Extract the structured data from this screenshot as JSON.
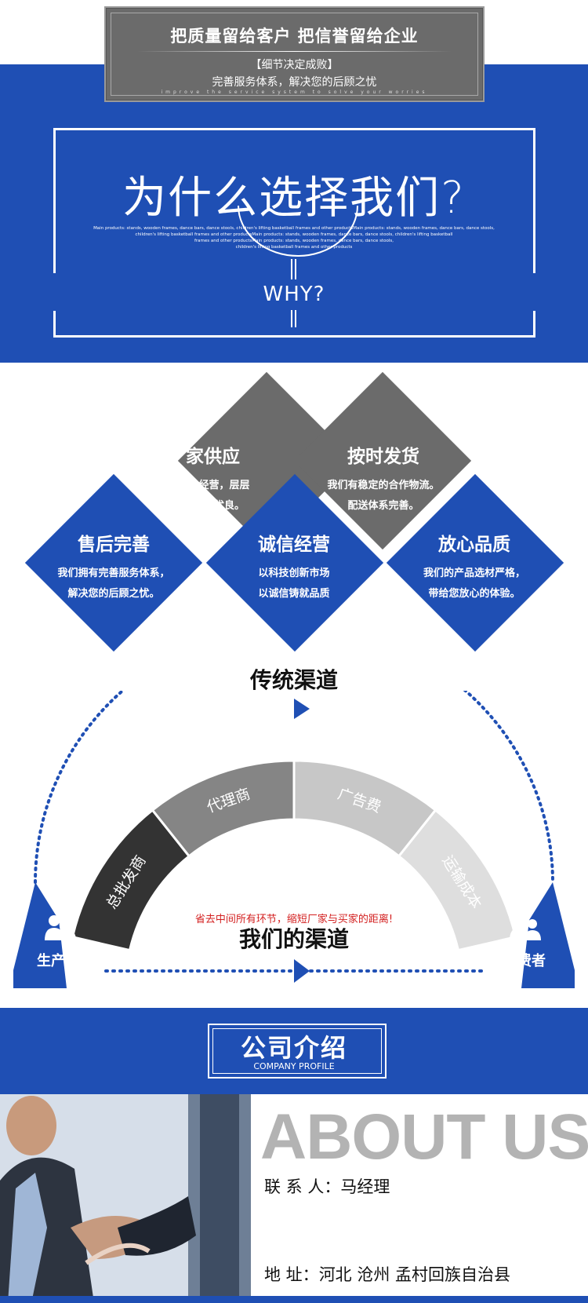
{
  "banner": {
    "title": "把质量留给客户 把信誉留给企业",
    "subtitle1": "【细节决定成败】",
    "subtitle2": "完善服务体系，解决您的后顾之忧",
    "english": "improve the service system to solve your worries"
  },
  "why": {
    "title": "为什么选择我们?",
    "small_lines": [
      "Main products: stands, wooden frames, dance bars, dance stools, children's lifting basketball frames and other productsMain products: stands, wooden frames, dance bars, dance stools,",
      "children's lifting basketball frames and other productsMain products: stands, wooden frames, dance bars, dance stools, children's lifting basketball",
      "frames and other productsMain products: stands, wooden frames, dance bars, dance stools,",
      "children's lifting basketball frames and other products"
    ],
    "word": "WHY?"
  },
  "features": [
    {
      "title": "厂家供应",
      "line1": "我们专注经营，层层",
      "line2": "把关，品质优良。",
      "color": "#6b6b6b"
    },
    {
      "title": "按时发货",
      "line1": "我们有稳定的合作物流。",
      "line2": "配送体系完善。",
      "color": "#6b6b6b"
    },
    {
      "title": "售后完善",
      "line1": "我们拥有完善服务体系，",
      "line2": "解决您的后顾之忧。",
      "color": "#1f4fb4"
    },
    {
      "title": "诚信经营",
      "line1": "以科技创新市场",
      "line2": "以诚信铸就品质",
      "color": "#1f4fb4"
    },
    {
      "title": "放心品质",
      "line1": "我们的产品选材严格，",
      "line2": "带给您放心的体验。",
      "color": "#1f4fb4"
    }
  ],
  "channels": {
    "traditional_title": "传统渠道",
    "segments": [
      {
        "label": "总批发商",
        "color": "#333333"
      },
      {
        "label": "代理商",
        "color": "#858585"
      },
      {
        "label": "广告费",
        "color": "#c7c7c7"
      },
      {
        "label": "运输成本",
        "color": "#dedede"
      }
    ],
    "producer": "生产商",
    "consumer": "消费者",
    "note": "省去中间所有环节，缩短厂家与买家的距离!",
    "our_title": "我们的渠道"
  },
  "profile": {
    "title": "公司介绍",
    "subtitle": "COMPANY PROFILE",
    "about": "ABOUT US",
    "contact_label": "联  系  人：",
    "contact_value": "马经理",
    "address_label": "地       址：",
    "address_value": "河北 沧州 孟村回族自治县"
  },
  "colors": {
    "blue": "#1f4fb4",
    "grey": "#6b6b6b",
    "red": "#d32020"
  },
  "icons": [
    "people-icon"
  ]
}
